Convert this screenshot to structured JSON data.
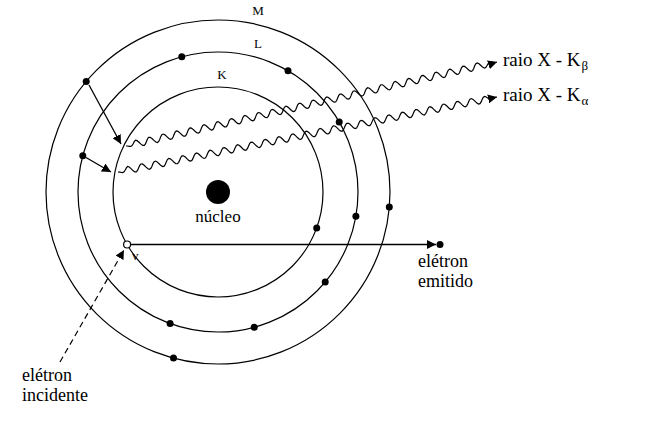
{
  "diagram": {
    "labels": [
      "M",
      "L",
      "K",
      "raio X - K",
      "β",
      "raio X - K",
      "α",
      "núcleo",
      "v",
      "elétron emitido",
      "elétron incidente"
    ]
  }
}
